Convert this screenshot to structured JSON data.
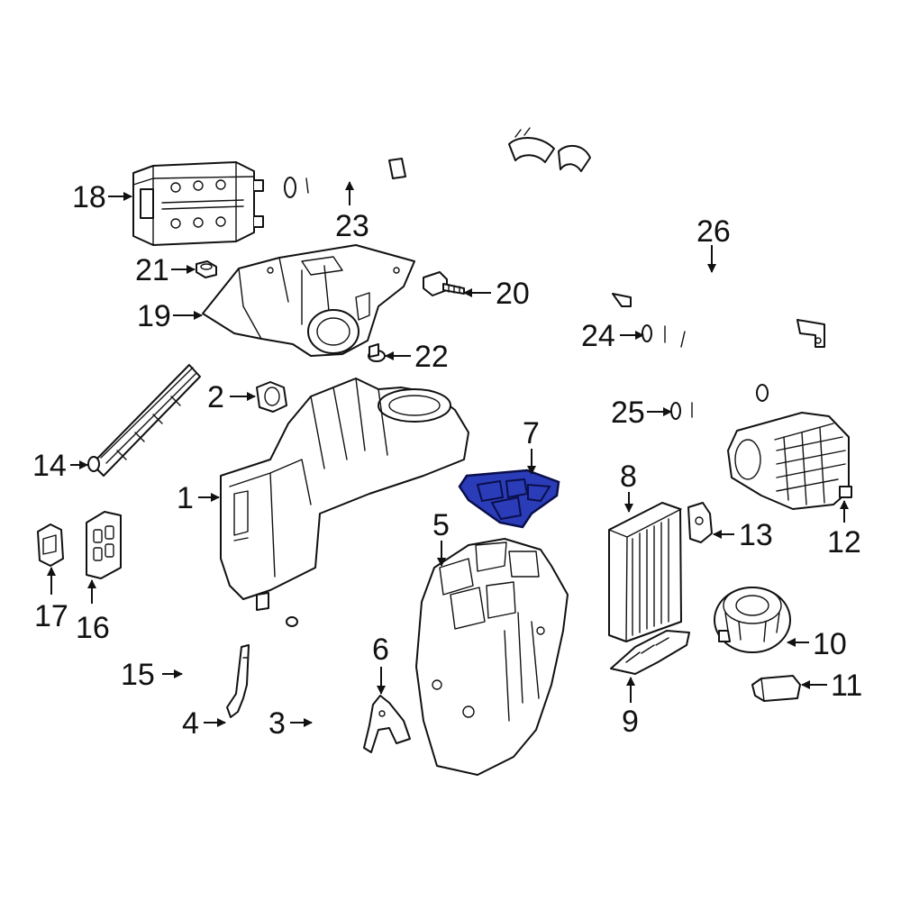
{
  "colors": {
    "line": "#111111",
    "background": "#ffffff",
    "highlight_fill": "#2a3cb8",
    "highlight_stroke": "#0a0f4a"
  },
  "highlighted_part": "7",
  "callouts": [
    {
      "id": "1",
      "label": "1"
    },
    {
      "id": "2",
      "label": "2"
    },
    {
      "id": "3",
      "label": "3"
    },
    {
      "id": "4",
      "label": "4"
    },
    {
      "id": "5",
      "label": "5"
    },
    {
      "id": "6",
      "label": "6"
    },
    {
      "id": "7",
      "label": "7"
    },
    {
      "id": "8",
      "label": "8"
    },
    {
      "id": "9",
      "label": "9"
    },
    {
      "id": "10",
      "label": "10"
    },
    {
      "id": "11",
      "label": "11"
    },
    {
      "id": "12",
      "label": "12"
    },
    {
      "id": "13",
      "label": "13"
    },
    {
      "id": "14",
      "label": "14"
    },
    {
      "id": "15",
      "label": "15"
    },
    {
      "id": "16",
      "label": "16"
    },
    {
      "id": "17",
      "label": "17"
    },
    {
      "id": "18",
      "label": "18"
    },
    {
      "id": "19",
      "label": "19"
    },
    {
      "id": "20",
      "label": "20"
    },
    {
      "id": "21",
      "label": "21"
    },
    {
      "id": "22",
      "label": "22"
    },
    {
      "id": "23",
      "label": "23"
    },
    {
      "id": "24",
      "label": "24"
    },
    {
      "id": "25",
      "label": "25"
    },
    {
      "id": "26",
      "label": "26"
    }
  ]
}
